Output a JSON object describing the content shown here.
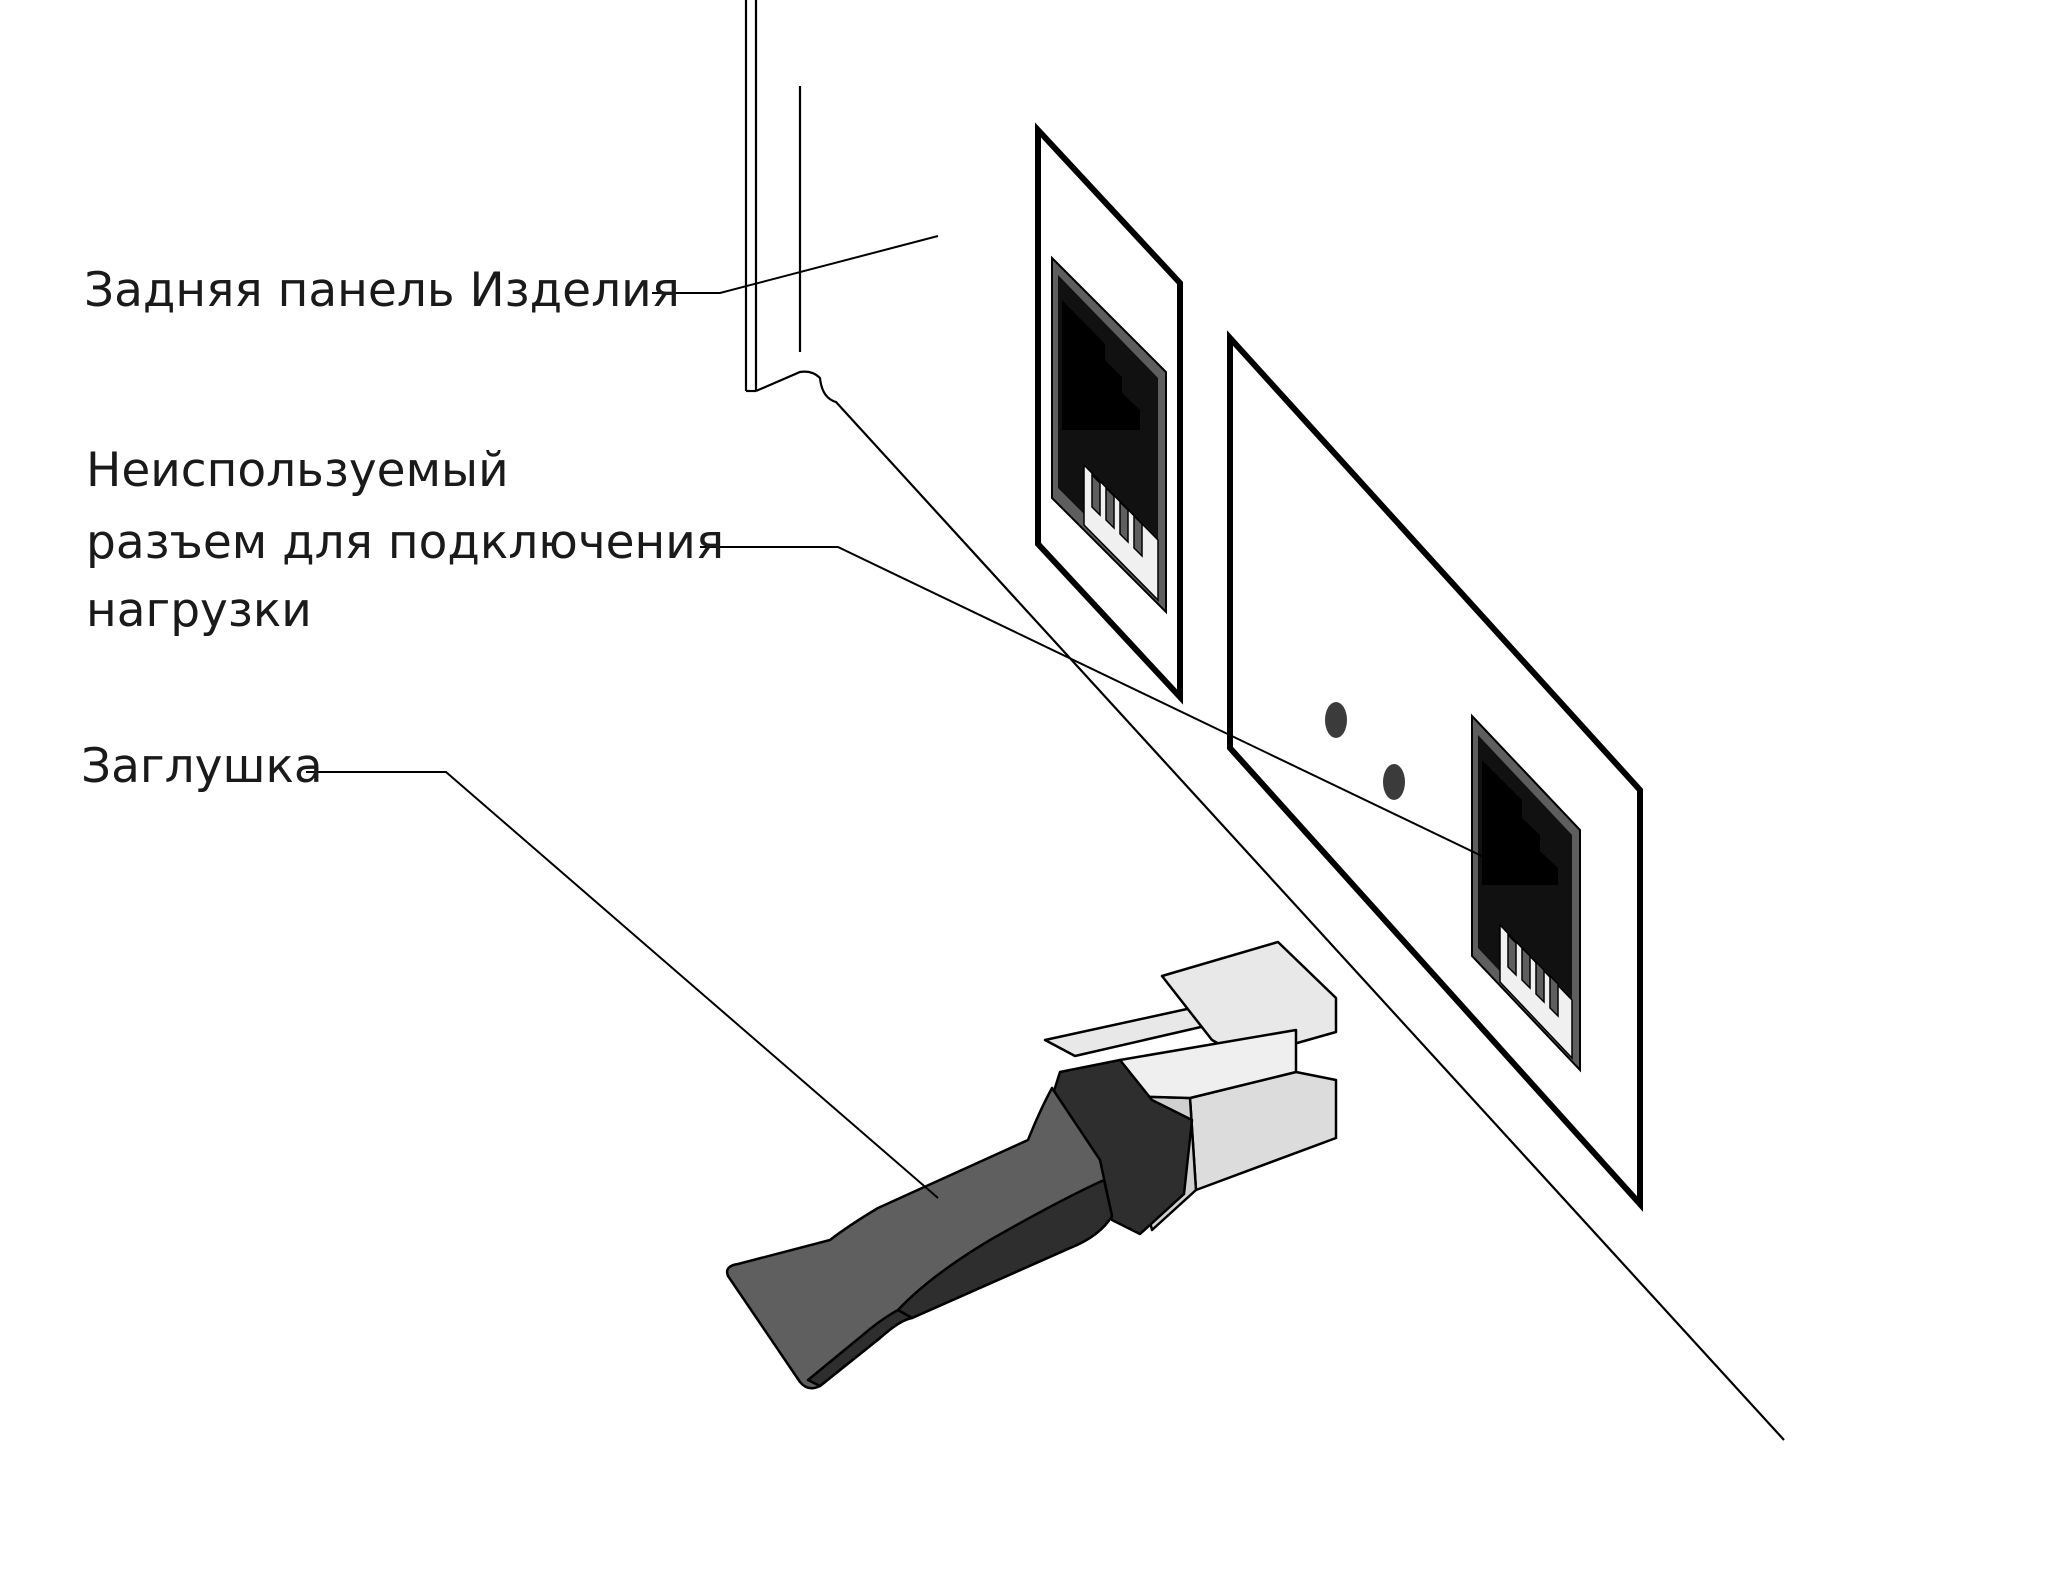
{
  "labels": {
    "rear_panel": "Задняя панель Изделия",
    "unused_connector_line1": "Неиспользуемый",
    "unused_connector_line2": "разъем для подключения",
    "unused_connector_line3": "нагрузки",
    "plug": "Заглушка"
  },
  "colors": {
    "ink": "#000000",
    "socket_dark": "#111111",
    "socket_frame": "#5e5e5e",
    "plug_boot": "#3a3a3a",
    "plug_boot_light": "#5f5f5f",
    "plug_body": "#dcdcdc",
    "led": "#3b3b3b"
  }
}
